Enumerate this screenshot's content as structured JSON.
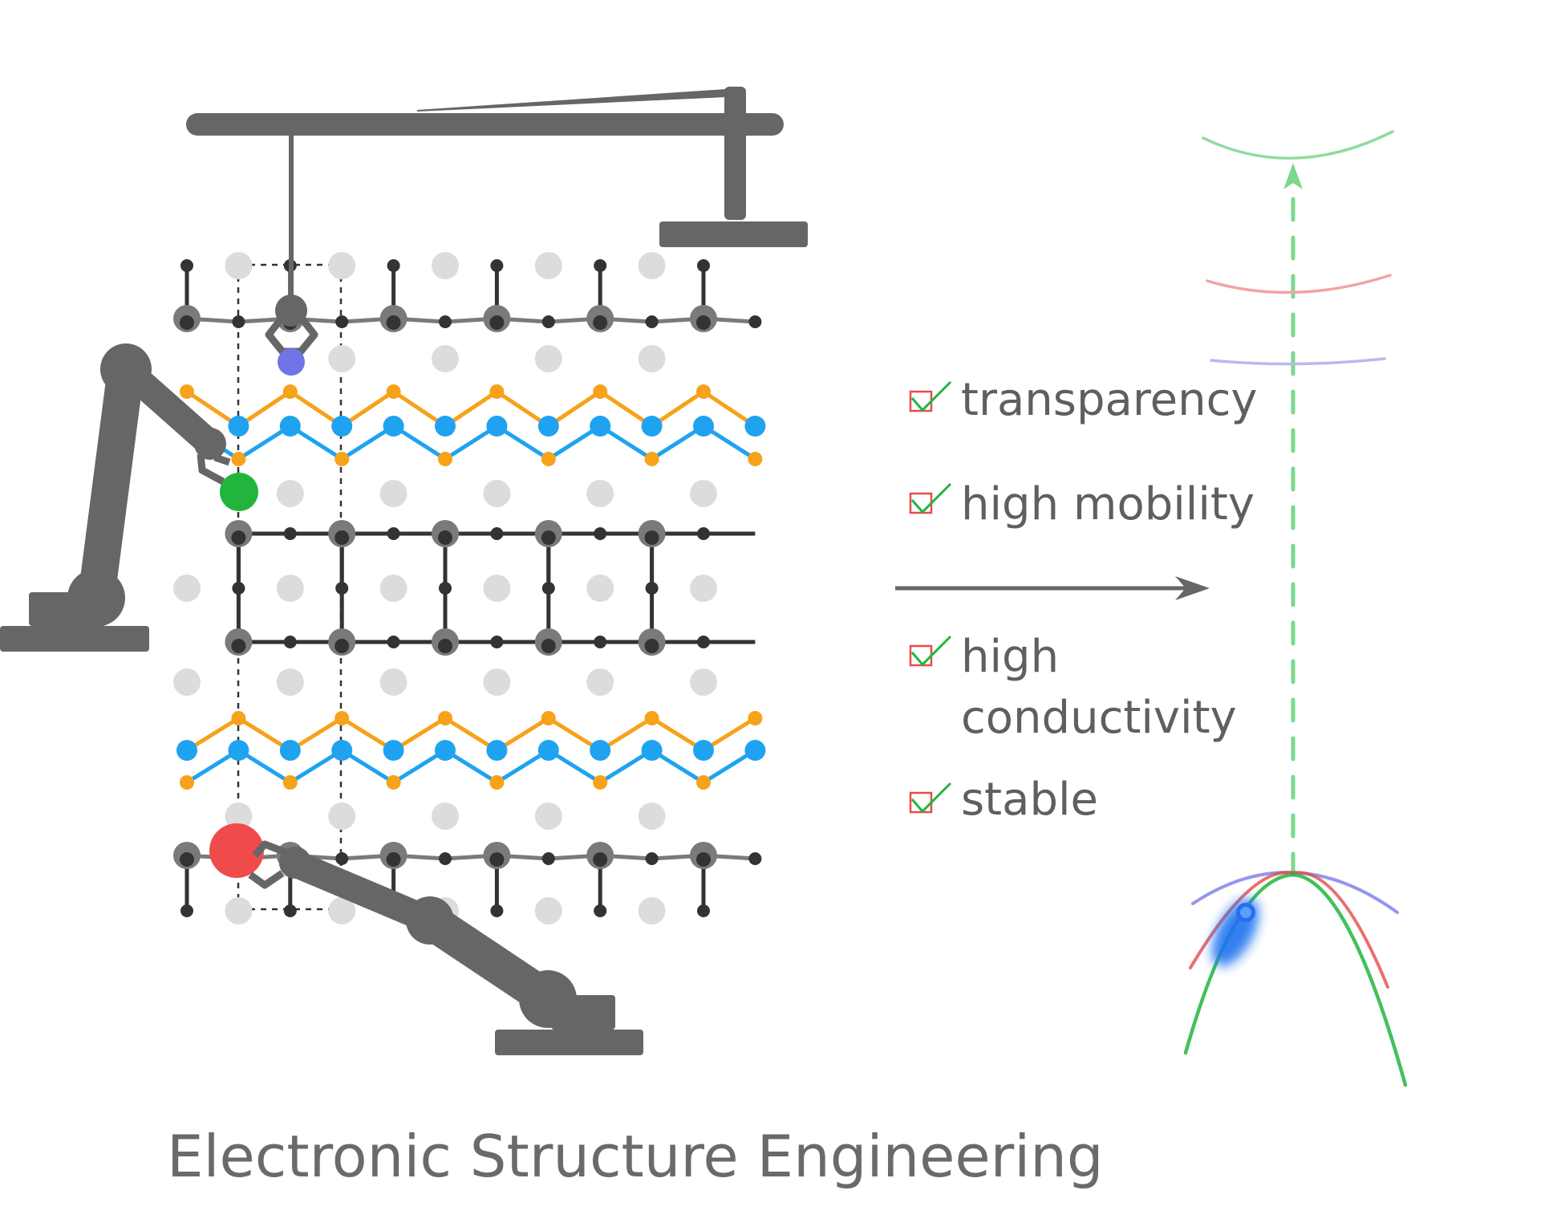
{
  "title": "Electronic Structure Engineering",
  "properties": [
    {
      "line1": "transparency",
      "line2": ""
    },
    {
      "line1": "high mobility",
      "line2": ""
    },
    {
      "line1": "high",
      "line2": "conductivity"
    },
    {
      "line1": "stable",
      "line2": ""
    }
  ],
  "colors": {
    "machine": "#666666",
    "atom_dark": "#333333",
    "atom_gray": "#7a7a7a",
    "atom_light": "#dcdcdc",
    "orange": "#f7a21b",
    "blue": "#1fa3f0",
    "dopant_purple": "#6f74e6",
    "dopant_green": "#22b53d",
    "dopant_red": "#ef4b4b",
    "check_green": "#22b53d",
    "check_box_red": "#e84c4c",
    "band_green": "#22b53d",
    "band_red": "#e64b4b",
    "band_blue": "#6f74e6"
  },
  "icons": [
    "gantry-crane-icon",
    "robot-arm-icon",
    "checkbox-check-icon",
    "arrow-right-icon",
    "arrow-up-icon"
  ]
}
